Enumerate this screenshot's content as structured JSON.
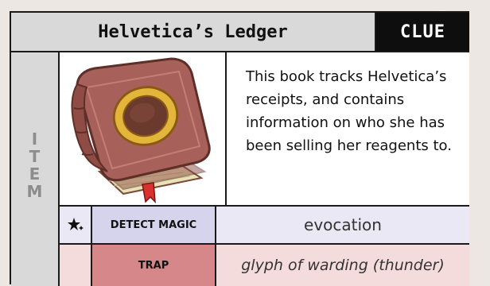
{
  "card": {
    "title": "Helvetica’s Ledger",
    "tag": "CLUE",
    "side_label": "ITEM",
    "side_letters": [
      "I",
      "T",
      "E",
      "M"
    ],
    "description": "This book tracks Helvetica’s receipts, and contains information on who she has been selling her reagents to.",
    "image_icon": "book-with-gold-ring-icon",
    "rows": [
      {
        "icon": "sparkle-star-icon",
        "label": "DETECT MAGIC",
        "value": "evocation"
      },
      {
        "icon": "",
        "label": "TRAP",
        "value": "glyph of warding (thunder)"
      }
    ]
  },
  "colors": {
    "header_bg": "#d9d9d9",
    "tag_bg": "#0e0e0e",
    "detect_row_bg": "#e9e8f4",
    "detect_label_bg": "#d6d4ec",
    "trap_row_bg": "#f4dcdc",
    "trap_label_bg": "#d6878a",
    "book_leather": "#a8615a",
    "book_ring": "#d9a52a"
  }
}
